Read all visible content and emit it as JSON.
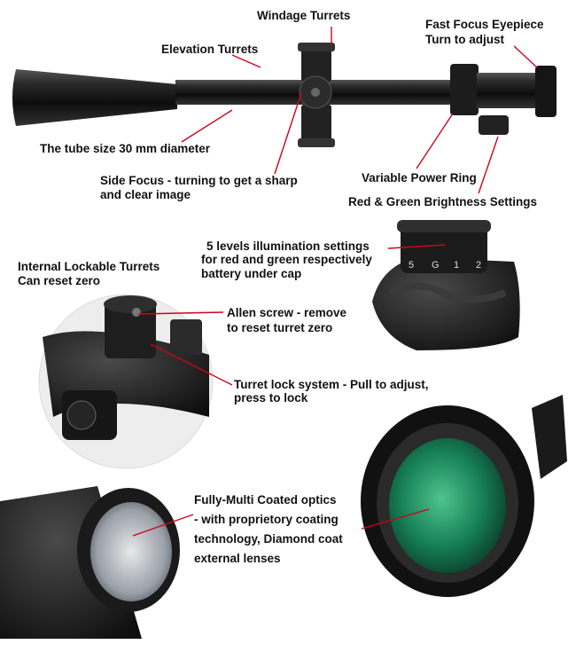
{
  "labels": {
    "windage": "Windage Turrets",
    "eyepiece_1": "Fast Focus Eyepiece",
    "eyepiece_2": "Turn to adjust",
    "elevation": "Elevation Turrets",
    "tube": "The tube size 30 mm diameter",
    "side_focus_1": "Side Focus - turning to get a sharp",
    "side_focus_2": "and clear image",
    "power_ring": "Variable Power Ring",
    "brightness": "Red & Green Brightness Settings",
    "illum_1": "5 levels illumination settings",
    "illum_2": "for red and green respectively",
    "illum_3": "battery under cap",
    "lockable_1": "Internal Lockable Turrets",
    "lockable_2": "Can reset zero",
    "allen_1": "Allen screw - remove",
    "allen_2": "to reset turret zero",
    "lock_1": "Turret lock system - Pull to adjust,",
    "lock_2": "press to lock",
    "optics_1": "Fully-Multi Coated optics",
    "optics_2": "- with proprietory coating",
    "optics_3": "technology, Diamond coat",
    "optics_4": "external lenses"
  },
  "dial_marks": {
    "five": "5",
    "g": "G",
    "one": "1",
    "two": "2"
  },
  "colors": {
    "callout_line": "#d0021b",
    "body": "#1a1a1a",
    "lens_green": "#1f8a5a"
  }
}
